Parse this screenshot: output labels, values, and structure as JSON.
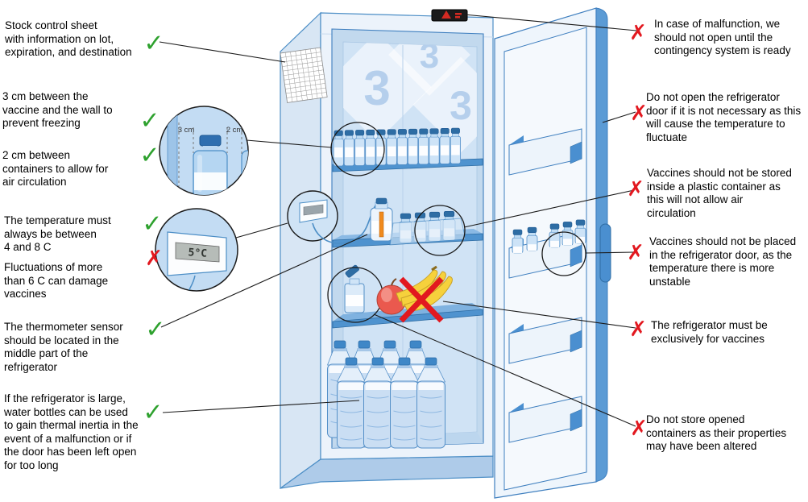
{
  "legend": {
    "check_glyph": "✓",
    "cross_glyph": "✗"
  },
  "colors": {
    "check": "#2ea12e",
    "cross": "#e2181f",
    "fridge_accent": "#3f7fbf"
  },
  "left_annotations": [
    {
      "text": "Stock control sheet\nwith information on lot,\nexpiration, and destination",
      "mark": "check"
    },
    {
      "text": "3 cm between the\nvaccine and the wall to\nprevent freezing",
      "mark": "check"
    },
    {
      "text": "2 cm between\ncontainers to allow for\nair circulation",
      "mark": "check"
    },
    {
      "text": "The temperature must\nalways be between\n4 and 8 C",
      "mark": "check"
    },
    {
      "text": "Fluctuations of more\nthan 6 C can damage\nvaccines",
      "mark": "cross"
    },
    {
      "text": "The thermometer sensor\nshould be located in the\nmiddle part of the\nrefrigerator",
      "mark": "check"
    },
    {
      "text": "If the refrigerator is large,\nwater bottles can be used\nto gain thermal inertia in the\nevent of a malfunction or if\nthe door has been left open\nfor too long",
      "mark": "check"
    }
  ],
  "right_annotations": [
    {
      "text": "In case of malfunction, we\nshould not open until the\ncontingency system is ready",
      "mark": "cross"
    },
    {
      "text": "Do not open the refrigerator\ndoor if it is not necessary as this\nwill cause the temperature to\nfluctuate",
      "mark": "cross"
    },
    {
      "text": "Vaccines should not be stored\ninside a plastic container as\nthis will not allow air\ncirculation",
      "mark": "cross"
    },
    {
      "text": "Vaccines should not be placed\nin the refrigerator door, as the\ntemperature there is more\nunstable",
      "mark": "cross"
    },
    {
      "text": "The refrigerator must be\nexclusively for vaccines",
      "mark": "cross"
    },
    {
      "text": "Do not store opened\ncontainers as their properties\nmay have been altered",
      "mark": "cross"
    }
  ],
  "fridge": {
    "thermometer_reading": "5°C",
    "wall_gap_label": "3 cm",
    "container_gap_label": "2 cm",
    "watermark_digit": "3",
    "counts": {
      "top_shelf_vials": 12,
      "container_vials": 4,
      "door_vials": 5,
      "water_bottles_back": 4,
      "water_bottles_front": 4
    }
  }
}
